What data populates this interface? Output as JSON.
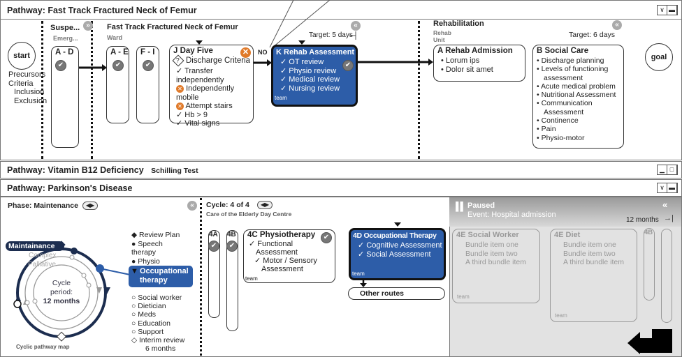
{
  "pathway1": {
    "header": "Pathway: Fast Track Fractured Neck of Femur",
    "start": "start",
    "goal": "goal",
    "criteria": [
      "Precursors",
      "Criteria",
      "Inclusion",
      "Exclusion"
    ],
    "suspected": {
      "title": "Suspe...",
      "location": "Emerg...",
      "box": "A - D"
    },
    "ward": {
      "title": "Fast Track Fractured Neck of Femur",
      "location": "Ward",
      "boxes": [
        "A - E",
        "F - I"
      ]
    },
    "day_five": {
      "title": "J  Day Five",
      "decision": "Discharge Criteria",
      "items": [
        {
          "text": "Transfer independently",
          "status": "check"
        },
        {
          "text": "Independently mobile",
          "status": "fail"
        },
        {
          "text": "Attempt stairs",
          "status": "fail"
        },
        {
          "text": "Hb > 9",
          "status": "check"
        },
        {
          "text": "Vital signs",
          "status": "check"
        }
      ]
    },
    "no_label": "NO",
    "target1": "Target: 5 days",
    "rehab_assessment": {
      "title": "K  Rehab Assessment",
      "items": [
        "OT review",
        "Physio review",
        "Medical review",
        "Nursing review"
      ],
      "footer": "team"
    },
    "rehab": {
      "title": "Rehabilitation",
      "location_line1": "Rehab",
      "location_line2": "Unit",
      "target": "Target: 6 days"
    },
    "rehab_admission": {
      "title": "A  Rehab Admission",
      "items": [
        "Lorum ips",
        "Dolor sit amet"
      ]
    },
    "social_care": {
      "title": "B  Social Care",
      "items": [
        "Discharge planning",
        "Levels of functioning assessment",
        "Acute medical problem",
        "Nutritional Assessment",
        "Communication Assessment",
        "Continence",
        "Pain",
        "Physio-motor"
      ]
    }
  },
  "pathway2": {
    "header": "Pathway: Vitamin B12 Deficiency",
    "sub": "Schilling Test"
  },
  "pathway3": {
    "header": "Pathway: Parkinson's Disease",
    "phase": "Phase: Maintenance",
    "rings": [
      "Maintainance",
      "Complex",
      "Palliative"
    ],
    "cycle_center": [
      "Cycle",
      "period:",
      "12 months"
    ],
    "map_label": "Cyclic pathway map",
    "list_done": [
      "Review Plan",
      "Speech therapy",
      "Physio"
    ],
    "list_active": "Occupational therapy",
    "list_todo": [
      "Social worker",
      "Dietician",
      "Meds",
      "Education",
      "Support",
      "Interim review",
      "6 months"
    ],
    "cycle": "Cycle: 4 of 4",
    "cycle_location": "Care of the Elderly Day Centre",
    "boxes": [
      "4A",
      "4B"
    ],
    "physio": {
      "title": "4C Physiotherapy",
      "items": [
        "Functional Assessment",
        "Motor / Sensory Assessment"
      ],
      "footer": "team"
    },
    "ot": {
      "title": "4D Occupational Therapy",
      "items": [
        "Cognitive Assessment",
        "Social Assessment"
      ],
      "footer": "team"
    },
    "other_routes": "Other routes",
    "paused": {
      "title": "Paused",
      "event": "Event: Hospital admission",
      "duration": "12 months",
      "cards": [
        {
          "title": "4E Social Worker",
          "items": [
            "Bundle item one",
            "Bundle item two",
            "A third bundle item"
          ],
          "footer": "team"
        },
        {
          "title": "4E Diet",
          "items": [
            "Bundle item one",
            "Bundle item two",
            "A third bundle item"
          ],
          "footer": "team"
        }
      ],
      "small": "4B"
    }
  },
  "colors": {
    "accent": "#2d5da8",
    "warning": "#e07a2a",
    "navy": "#1c2d4f"
  }
}
